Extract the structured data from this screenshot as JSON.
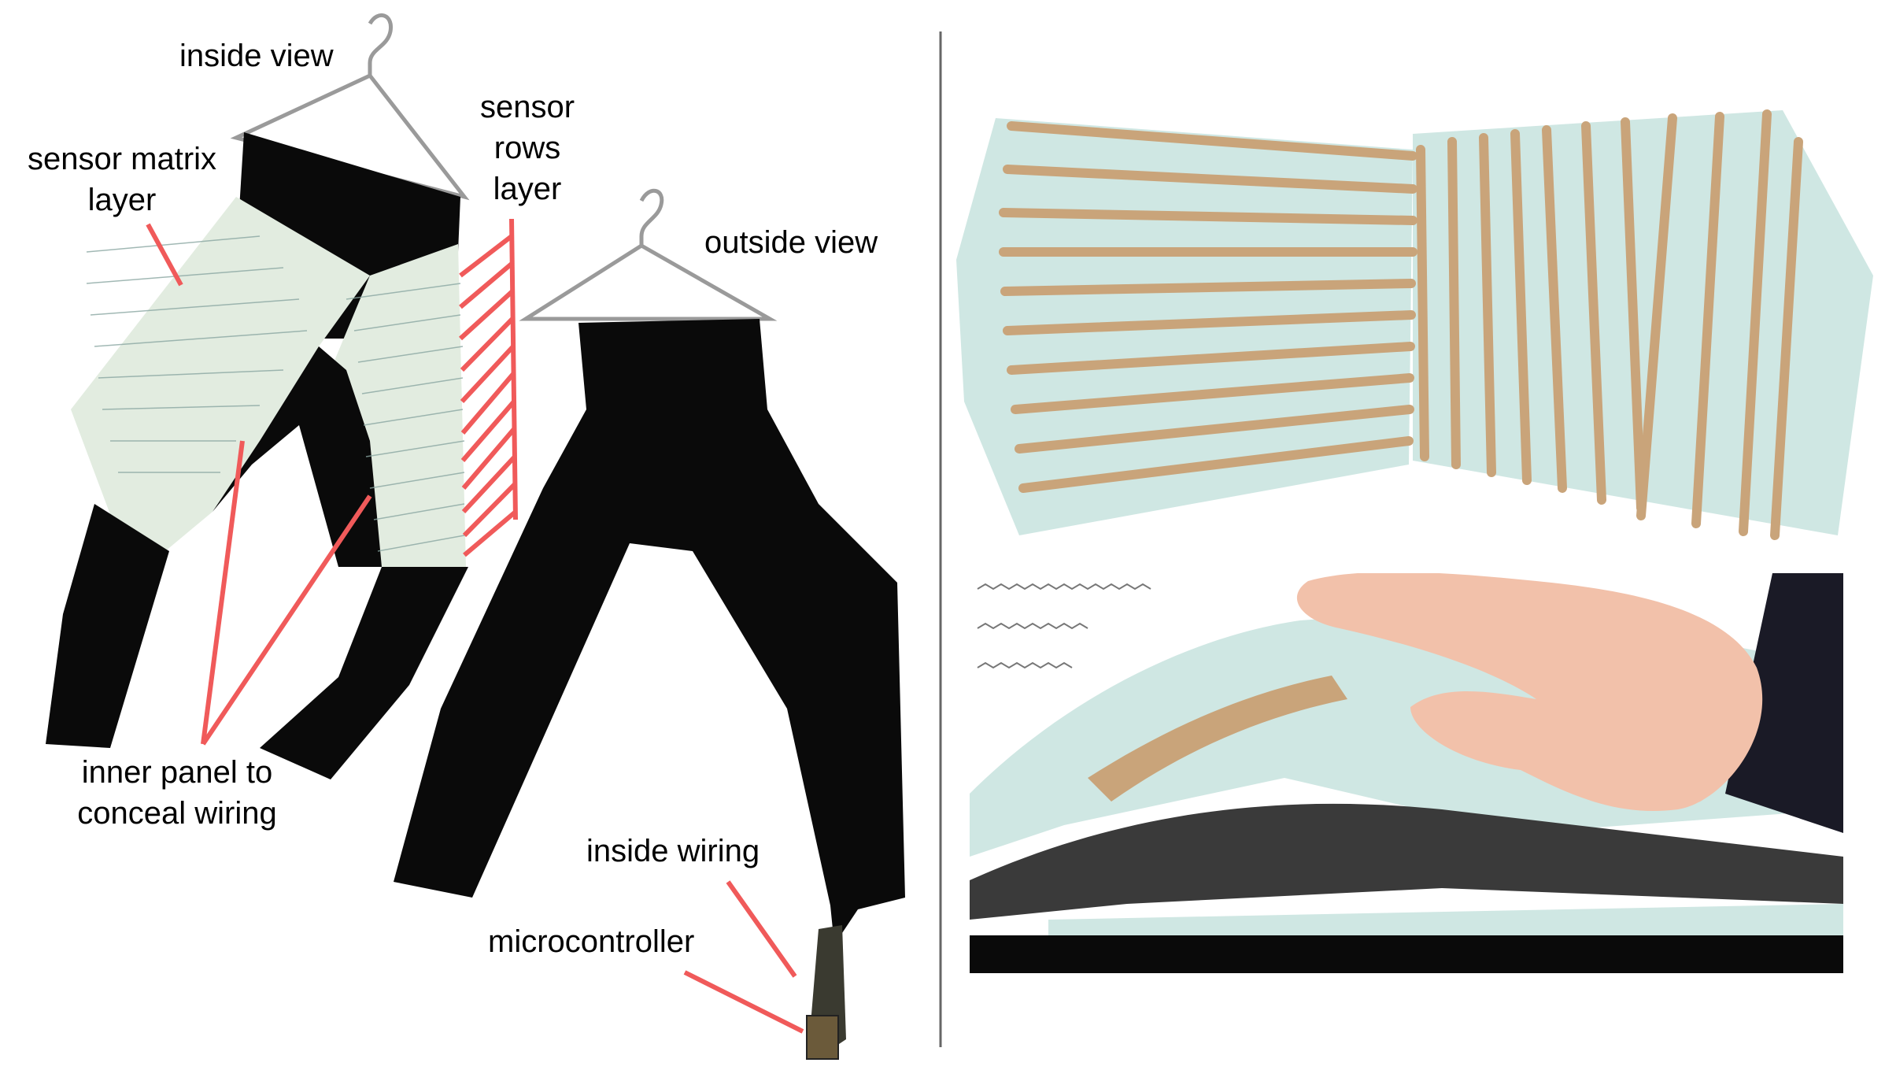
{
  "labels": {
    "inside_view": "inside view",
    "sensor_matrix_line1": "sensor matrix",
    "sensor_matrix_line2": "layer",
    "sensor_rows_line1": "sensor",
    "sensor_rows_line2": "rows",
    "sensor_rows_line3": "layer",
    "outside_view": "outside view",
    "inner_panel_line1": "inner panel to",
    "inner_panel_line2": "conceal wiring",
    "inside_wiring": "inside wiring",
    "microcontroller": "microcontroller"
  },
  "colors": {
    "annotation_line": "#f05a5a",
    "fabric_black": "#0a0a0a",
    "fabric_mint": "#cfe7e3",
    "conductive_strip": "#c9a47a",
    "divider": "#666666"
  },
  "icons": [
    "clothes-hanger-icon",
    "clothes-hanger-icon"
  ]
}
